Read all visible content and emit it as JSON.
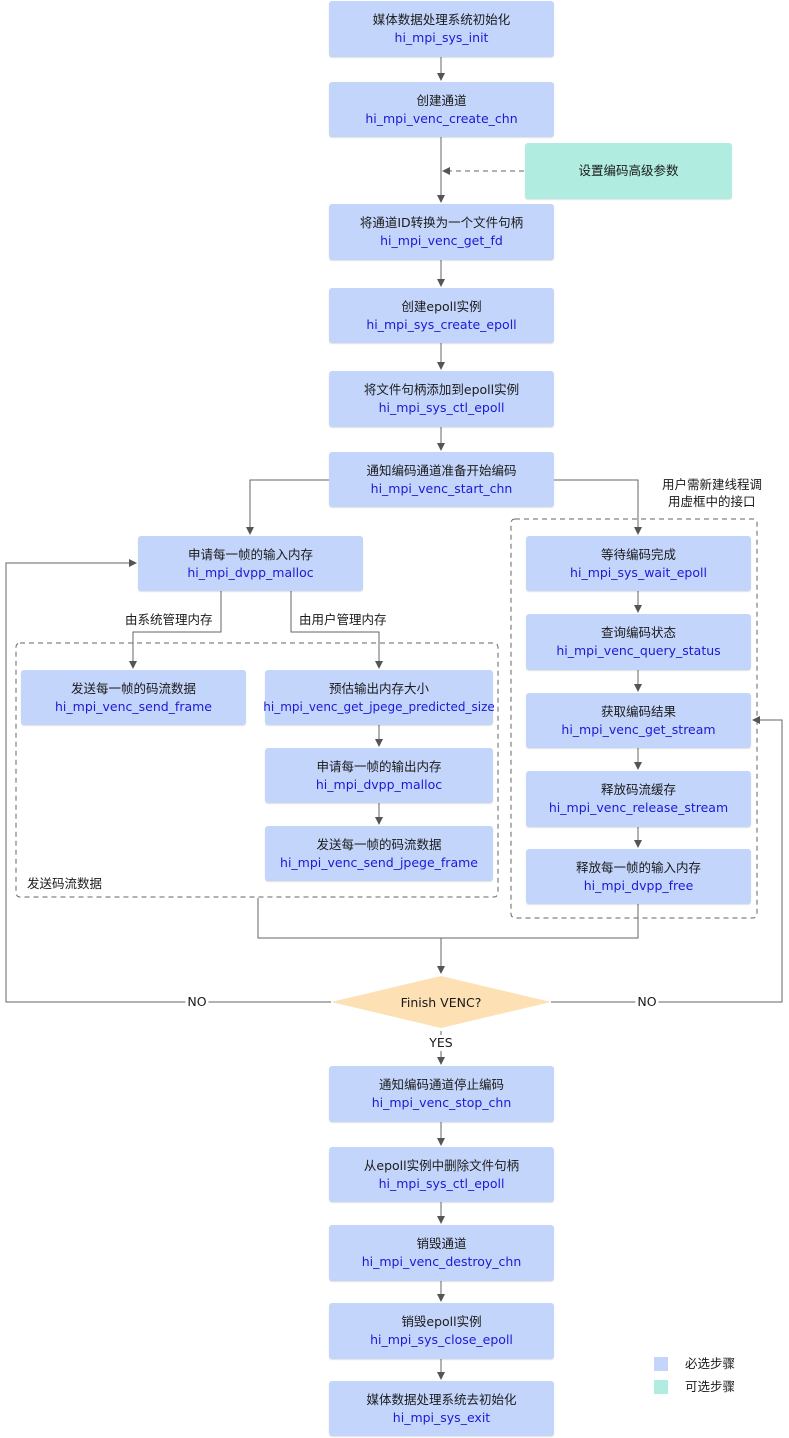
{
  "steps": {
    "init": {
      "title": "媒体数据处理系统初始化",
      "api": "hi_mpi_sys_init"
    },
    "create_chn": {
      "title": "创建通道",
      "api": "hi_mpi_venc_create_chn"
    },
    "adv_params": {
      "title": "设置编码高级参数"
    },
    "get_fd": {
      "title": "将通道ID转换为一个文件句柄",
      "api": "hi_mpi_venc_get_fd"
    },
    "create_epoll": {
      "title": "创建epoll实例",
      "api": "hi_mpi_sys_create_epoll"
    },
    "ctl_epoll_add": {
      "title": "将文件句柄添加到epoll实例",
      "api": "hi_mpi_sys_ctl_epoll"
    },
    "start_chn": {
      "title": "通知编码通道准备开始编码",
      "api": "hi_mpi_venc_start_chn"
    },
    "malloc_in": {
      "title": "申请每一帧的输入内存",
      "api": "hi_mpi_dvpp_malloc"
    },
    "send_frame": {
      "title": "发送每一帧的码流数据",
      "api": "hi_mpi_venc_send_frame"
    },
    "predict_size": {
      "title": "预估输出内存大小",
      "api": "hi_mpi_venc_get_jpege_predicted_size"
    },
    "malloc_out": {
      "title": "申请每一帧的输出内存",
      "api": "hi_mpi_dvpp_malloc"
    },
    "send_jpege": {
      "title": "发送每一帧的码流数据",
      "api": "hi_mpi_venc_send_jpege_frame"
    },
    "wait_epoll": {
      "title": "等待编码完成",
      "api": "hi_mpi_sys_wait_epoll"
    },
    "query_status": {
      "title": "查询编码状态",
      "api": "hi_mpi_venc_query_status"
    },
    "get_stream": {
      "title": "获取编码结果",
      "api": "hi_mpi_venc_get_stream"
    },
    "release_stream": {
      "title": "释放码流缓存",
      "api": "hi_mpi_venc_release_stream"
    },
    "dvpp_free": {
      "title": "释放每一帧的输入内存",
      "api": "hi_mpi_dvpp_free"
    },
    "stop_chn": {
      "title": "通知编码通道停止编码",
      "api": "hi_mpi_venc_stop_chn"
    },
    "ctl_epoll_del": {
      "title": "从epoll实例中删除文件句柄",
      "api": "hi_mpi_sys_ctl_epoll"
    },
    "destroy_chn": {
      "title": "销毁通道",
      "api": "hi_mpi_venc_destroy_chn"
    },
    "close_epoll": {
      "title": "销毁epoll实例",
      "api": "hi_mpi_sys_close_epoll"
    },
    "exit": {
      "title": "媒体数据处理系统去初始化",
      "api": "hi_mpi_sys_exit"
    }
  },
  "decision": {
    "text": "Finish VENC?",
    "no_left": "NO",
    "no_right": "NO",
    "yes": "YES"
  },
  "labels": {
    "sys_mem": "由系统管理内存",
    "user_mem": "由用户管理内存",
    "send_group": "发送码流数据",
    "thread_note_1": "用户需新建线程调",
    "thread_note_2": "用虚框中的接口"
  },
  "legend": {
    "required": "必选步骤",
    "optional": "可选步骤"
  },
  "colors": {
    "required": "#c4d5fb",
    "optional": "#b0ecdf",
    "decision": "#fde0b4",
    "api_text": "#1a1ad6"
  }
}
